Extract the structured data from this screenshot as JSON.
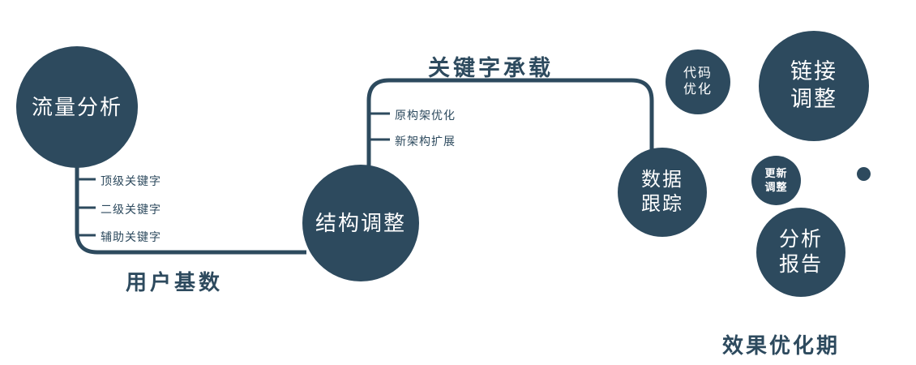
{
  "diagram": {
    "colors": {
      "node": "#2d4a5e",
      "text": "#2d4a5e",
      "background": "#ffffff"
    },
    "nodes": {
      "traffic": {
        "label": "流量分析"
      },
      "structure": {
        "label": "结构调整"
      },
      "tracking": {
        "line1": "数据",
        "line2": "跟踪"
      },
      "code": {
        "line1": "代码",
        "line2": "优化"
      },
      "link": {
        "line1": "链接",
        "line2": "调整"
      },
      "update": {
        "line1": "更新",
        "line2": "调整"
      },
      "report": {
        "line1": "分析",
        "line2": "报告"
      }
    },
    "edge_labels": {
      "user_base": "用户基数",
      "keyword_carry": "关键字承载",
      "footer": "效果优化期"
    },
    "branch_labels": {
      "left": [
        "顶级关键字",
        "二级关键字",
        "辅助关键字"
      ],
      "mid": [
        "原构架优化",
        "新架构扩展"
      ]
    }
  }
}
